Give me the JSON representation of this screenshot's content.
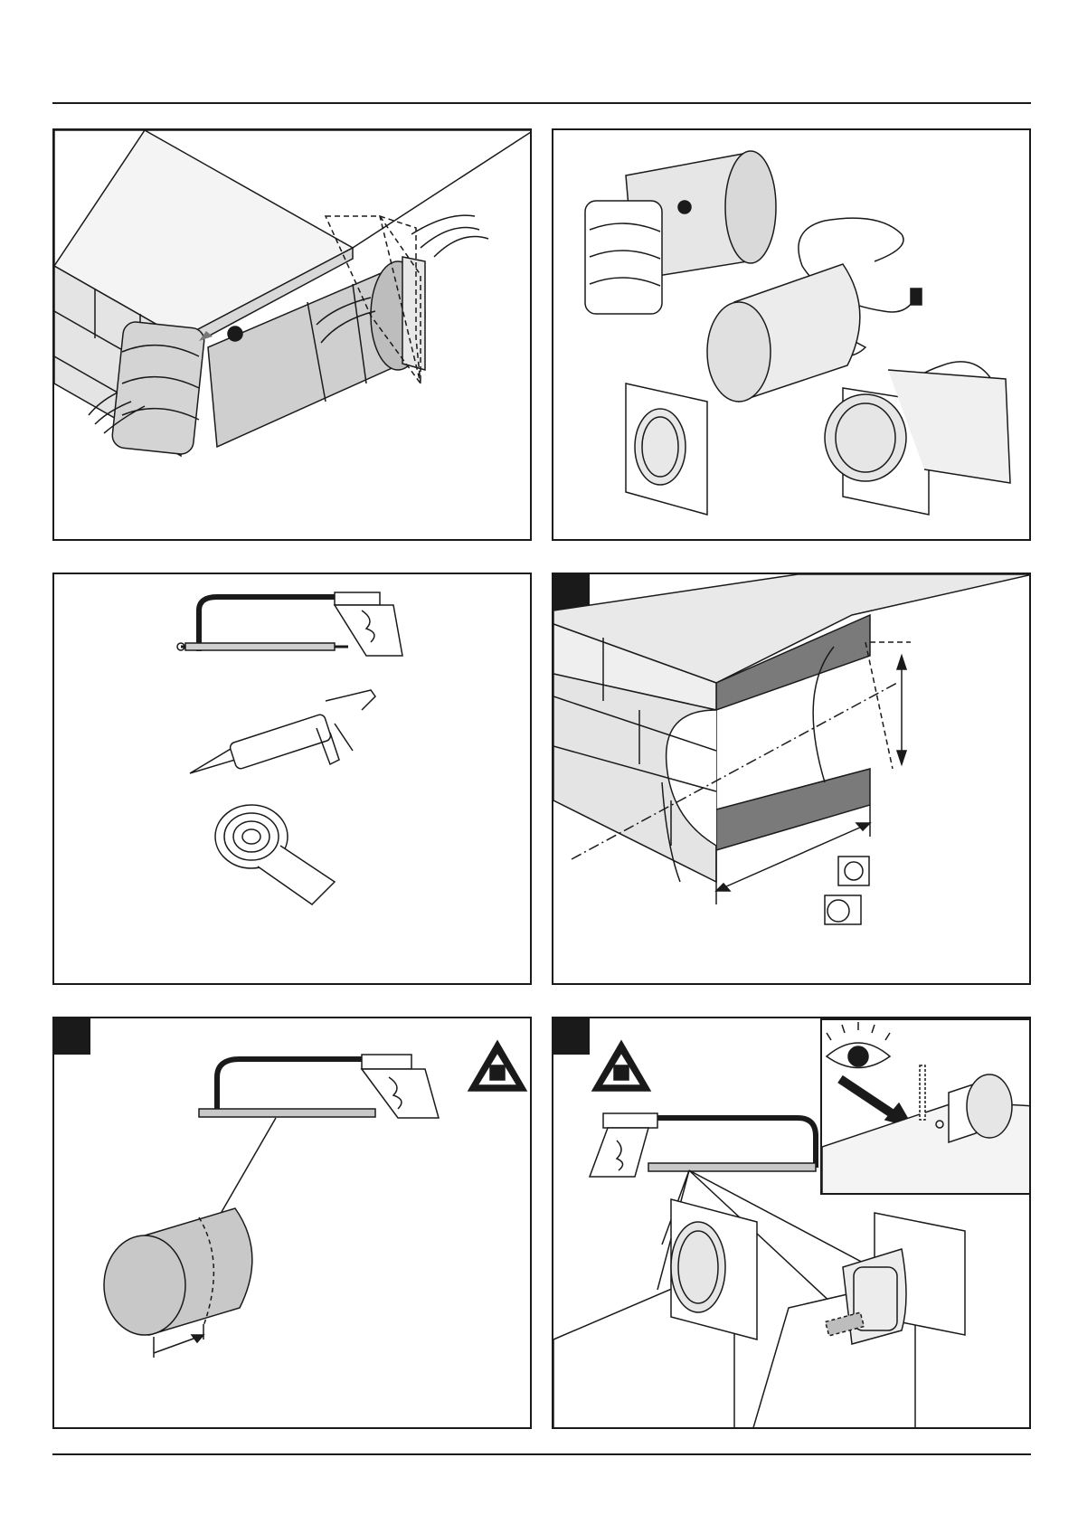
{
  "page": {
    "title": "",
    "footer_text": ""
  },
  "panels": [
    {
      "id": "installation-overview",
      "step": ""
    },
    {
      "id": "kit-contents",
      "step": ""
    },
    {
      "id": "required-tools",
      "step": ""
    },
    {
      "id": "wall-opening-dimensions",
      "step": ""
    },
    {
      "id": "cut-pipe-to-length",
      "step": ""
    },
    {
      "id": "cut-duct-adapters",
      "step": ""
    }
  ],
  "icons": {
    "warning": "hand-hazard-warning-icon",
    "eye": "eye-inspection-icon",
    "hacksaw": "hacksaw-icon",
    "caulking_gun": "caulking-gun-icon",
    "tape_roll": "tape-roll-icon"
  },
  "colors": {
    "line": "#1a1a1a",
    "fill_gray": "#c8c8c8",
    "fill_dark": "#7a7a7a",
    "fill_light": "#e6e6e6"
  }
}
